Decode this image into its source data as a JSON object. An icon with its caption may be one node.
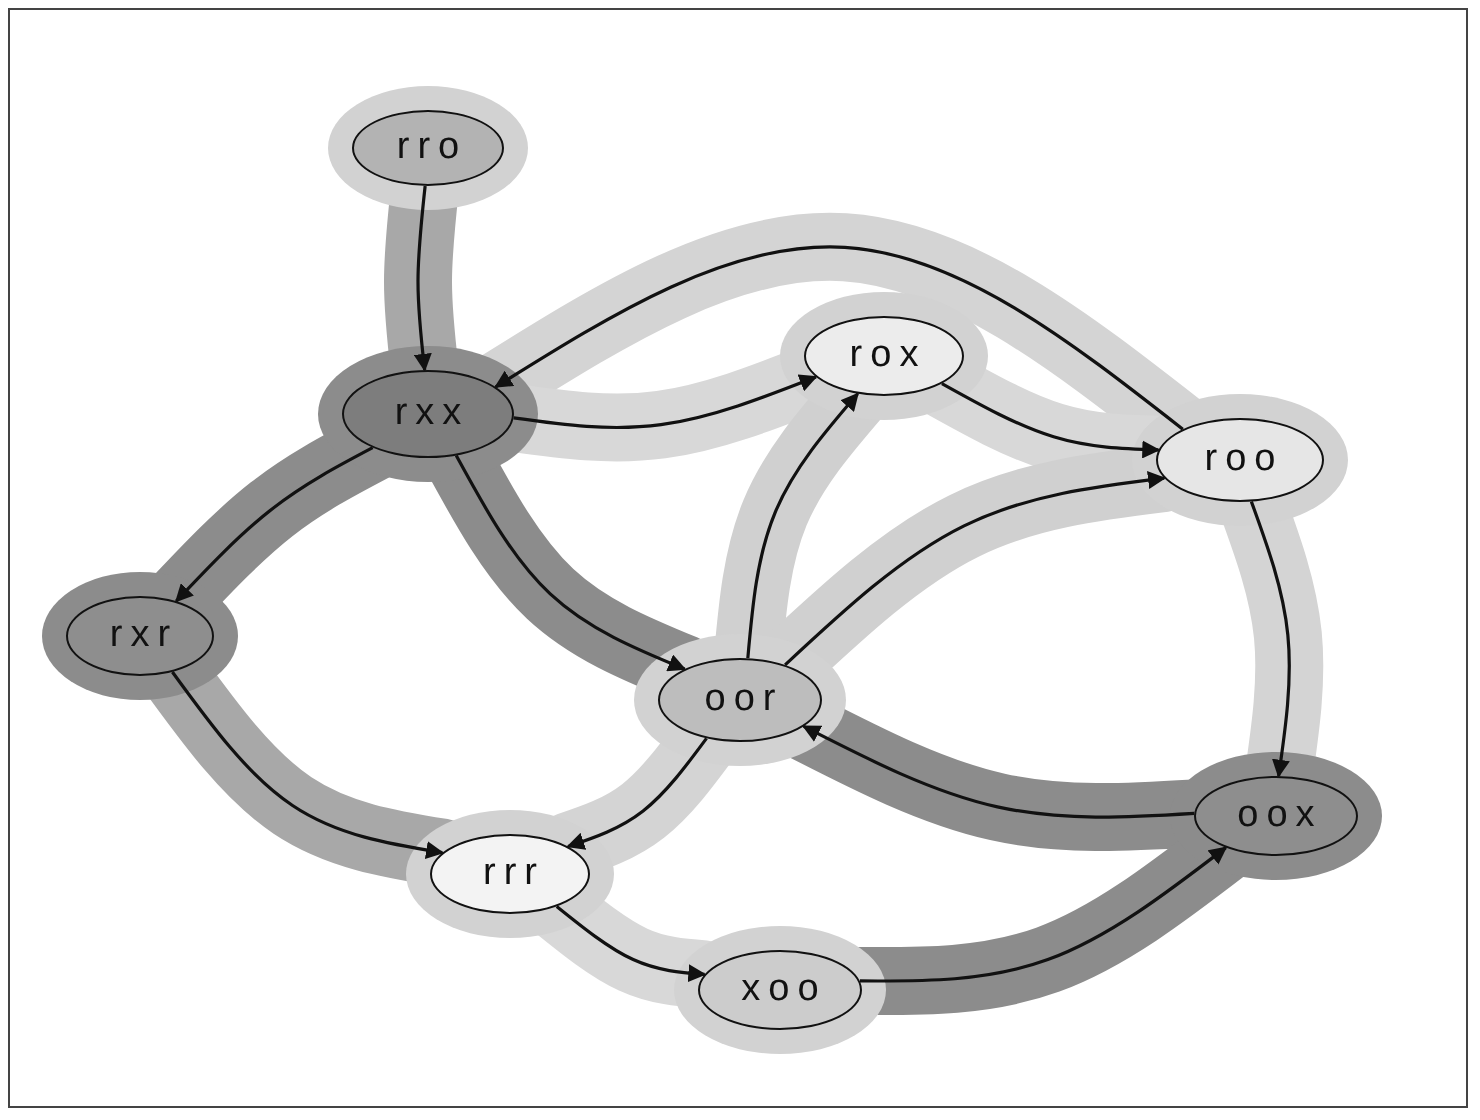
{
  "diagram": {
    "nodes": [
      {
        "text": [
          "rro"
        ]
      },
      {
        "text": [
          "rxx"
        ]
      },
      {
        "text": [
          "rox"
        ]
      },
      {
        "text": [
          "roo"
        ]
      },
      {
        "text": [
          "rxr"
        ]
      },
      {
        "text": [
          "oor"
        ]
      },
      {
        "text": [
          "oox"
        ]
      },
      {
        "text": [
          "rrr"
        ]
      },
      {
        "text": [
          "xoo"
        ]
      }
    ],
    "edges": [
      {
        "from": 0,
        "to": 1,
        "arrow": "to"
      },
      {
        "from": 3,
        "to": 1,
        "arrow": "to"
      },
      {
        "from": 1,
        "to": 2,
        "arrow": "to"
      },
      {
        "from": 1,
        "to": 4,
        "arrow": "to"
      },
      {
        "from": 1,
        "to": 5,
        "arrow": "to"
      },
      {
        "from": 2,
        "to": 3,
        "arrow": "to"
      },
      {
        "from": 5,
        "to": 2,
        "arrow": "to"
      },
      {
        "from": 5,
        "to": 3,
        "arrow": "to"
      },
      {
        "from": 3,
        "to": 6,
        "arrow": "to"
      },
      {
        "from": 6,
        "to": 5,
        "arrow": "to"
      },
      {
        "from": 5,
        "to": 7,
        "arrow": "to"
      },
      {
        "from": 4,
        "to": 7,
        "arrow": "to"
      },
      {
        "from": 7,
        "to": 8,
        "arrow": "to"
      },
      {
        "from": 8,
        "to": 6,
        "arrow": "to"
      }
    ]
  }
}
